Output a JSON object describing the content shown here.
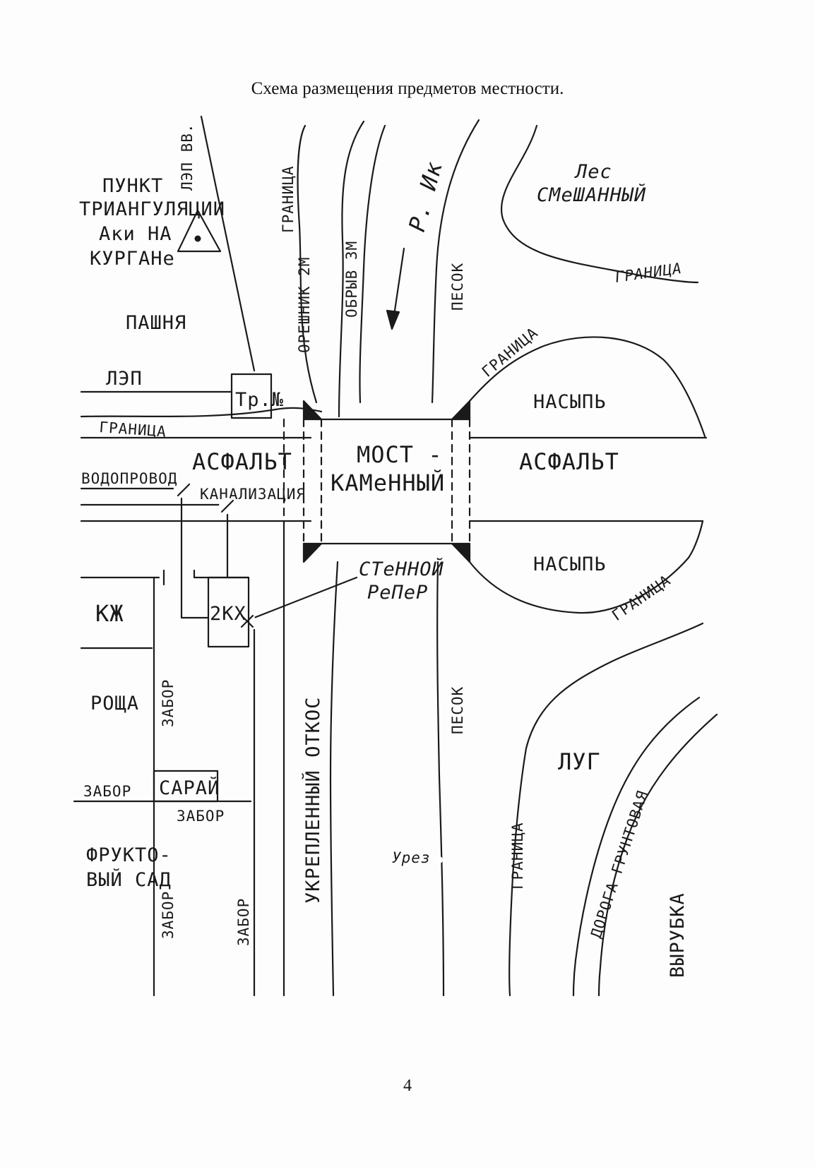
{
  "page": {
    "title": "Схема размещения предметов местности.",
    "number": "4"
  },
  "labels": {
    "lep_vv": "ЛЭП ВВ.",
    "trig_line1": "ПУНКТ",
    "trig_line2": "ТРИАНГУЛЯЦИИ",
    "trig_line3": "Аки НА",
    "trig_line4": "КУРГАНе",
    "granitsa_top": "ГРАНИЦА",
    "oreshnik": "ОРЕШНИК 2М",
    "obryv": "ОБРЫВ 3М",
    "river": "Р. Ик",
    "pesok_top": "ПЕСОК",
    "les1": "Лес",
    "les2": "СМеШАННЫЙ",
    "granitsa_les": "ГРАНИЦА",
    "pashnya": "ПАШНЯ",
    "lep": "ЛЭП",
    "transformer": "Тр.№",
    "granitsa_left": "ГРАНИЦА",
    "granitsa_nasyp": "ГРАНИЦА",
    "nasyp_top": "НАСЫПЬ",
    "bridge1": "МОСТ -",
    "bridge2": "КАМеННЫЙ",
    "asfalt_left": "АСФАЛЬТ",
    "asfalt_right": "АСФАЛЬТ",
    "vodoprovod": "ВОДОПРОВОД",
    "kanalizatsiya": "КАНАЛИЗАЦИЯ",
    "nasyp_bottom": "НАСЫПЬ",
    "reper1": "СТеННОЙ",
    "reper2": "РеПеР",
    "kzh": "КЖ",
    "kx": "2КХ",
    "granitsa_nasyp2": "ГРАНИЦА",
    "roscha": "РОЩА",
    "zabor_1": "ЗАБОР",
    "ukreplenny": "УКРЕПЛЕННЫЙ ОТКОС",
    "pesok_bottom": "ПЕСОК",
    "lug": "ЛУГ",
    "zabor_2": "ЗАБОР",
    "saray": "САРАЙ",
    "zabor_3": "ЗАБОР",
    "granitsa_lug": "ГРАНИЦА",
    "doroga": "ДОРОГА ГРУНТОВАЯ",
    "urez": "Урез",
    "fruit1": "ФРУКТО-",
    "fruit2": "ВЫЙ САД",
    "zabor_4": "ЗАБОР",
    "zabor_5": "ЗАБОР",
    "vyrubka": "ВЫРУБКА"
  },
  "icons": {
    "triangulation": "triangle-with-dot-icon",
    "water_well": "circle-slash-icon",
    "sewer_well": "circle-slash-icon",
    "benchmark": "circle-cross-icon",
    "water_edge": "small-circle-icon",
    "flow_direction": "arrow-down-icon"
  },
  "colors": {
    "ink": "#1a1a1a",
    "paper": "#fdfdfd"
  }
}
